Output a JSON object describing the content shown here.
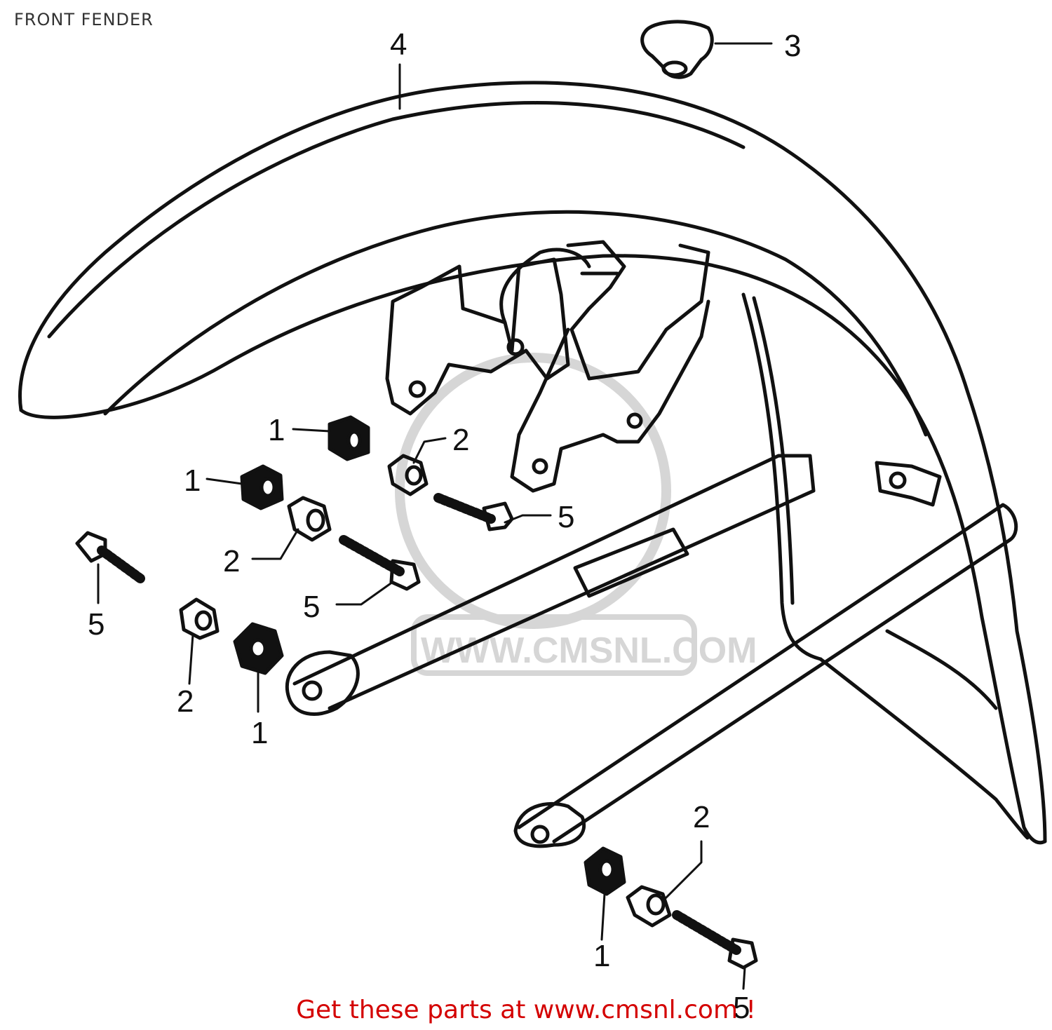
{
  "title": "FRONT FENDER",
  "footer": "Get these parts at www.cmsnl.com !",
  "watermark": "WWW.CMSNL.COM",
  "colors": {
    "line": "#111111",
    "footer": "#d40000",
    "watermark": "#d6d6d6"
  },
  "callouts": {
    "c4": "4",
    "c3": "3",
    "c1a": "1",
    "c2a": "2",
    "c1b": "1",
    "c5a": "5",
    "c2b": "2",
    "c5b": "5",
    "c5c": "5",
    "c2c": "2",
    "c1c": "1",
    "c2d": "2",
    "c1d": "1",
    "c5d": "5"
  }
}
